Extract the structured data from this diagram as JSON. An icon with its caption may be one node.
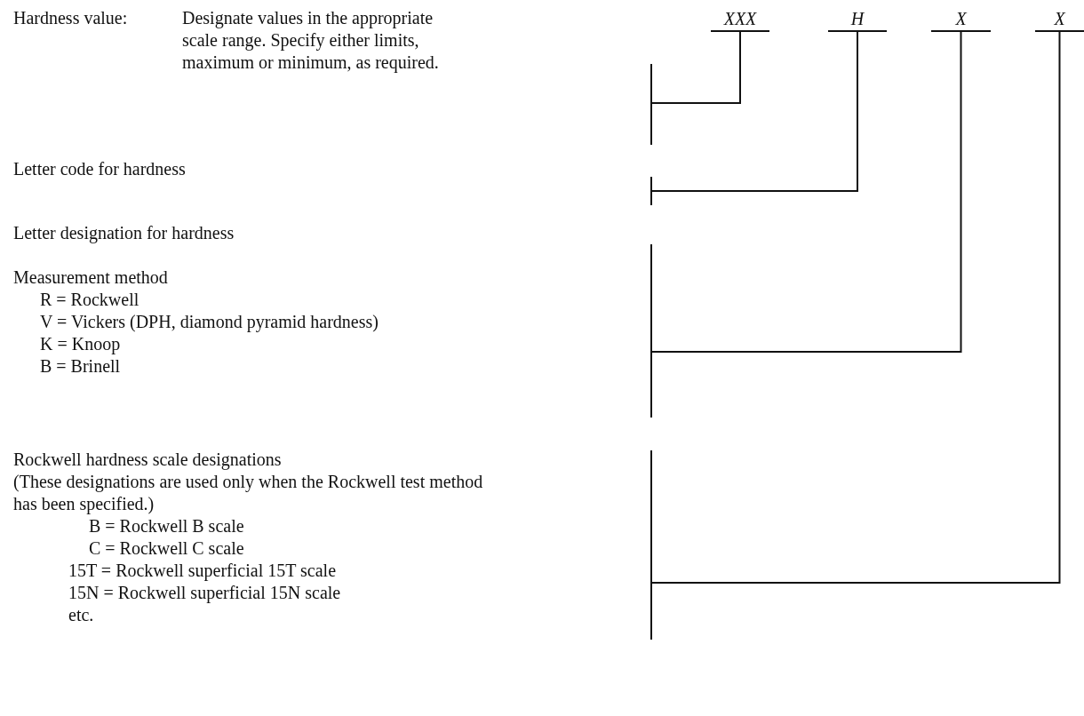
{
  "diagram": {
    "nodes": [
      {
        "text": [
          "XXX"
        ]
      },
      {
        "text": [
          "H"
        ]
      },
      {
        "text": [
          "X"
        ]
      },
      {
        "text": [
          "X"
        ]
      },
      {
        "text": [
          "Hardness value:",
          "Designate values in the appropriate scale range. Specify either limits, maximum or minimum, as required."
        ]
      },
      {
        "text": [
          "Letter code for hardness"
        ]
      },
      {
        "text": [
          "Letter designation for hardness",
          "Measurement method",
          "R = Rockwell",
          "V = Vickers (DPH, diamond pyramid hardness)",
          "K = Knoop",
          "B = Brinell"
        ]
      },
      {
        "text": [
          "Rockwell hardness scale designations",
          "(These designations are used only when the Rockwell test method has been specified.)",
          "B = Rockwell B scale",
          "C = Rockwell C scale",
          "15T = Rockwell superficial 15T scale",
          "15N = Rockwell superficial 15N scale",
          "etc."
        ]
      }
    ],
    "edges": [
      {
        "from": 0,
        "to": 4,
        "arrow": "none"
      },
      {
        "from": 1,
        "to": 5,
        "arrow": "none"
      },
      {
        "from": 2,
        "to": 6,
        "arrow": "none"
      },
      {
        "from": 3,
        "to": 7,
        "arrow": "none"
      }
    ]
  }
}
